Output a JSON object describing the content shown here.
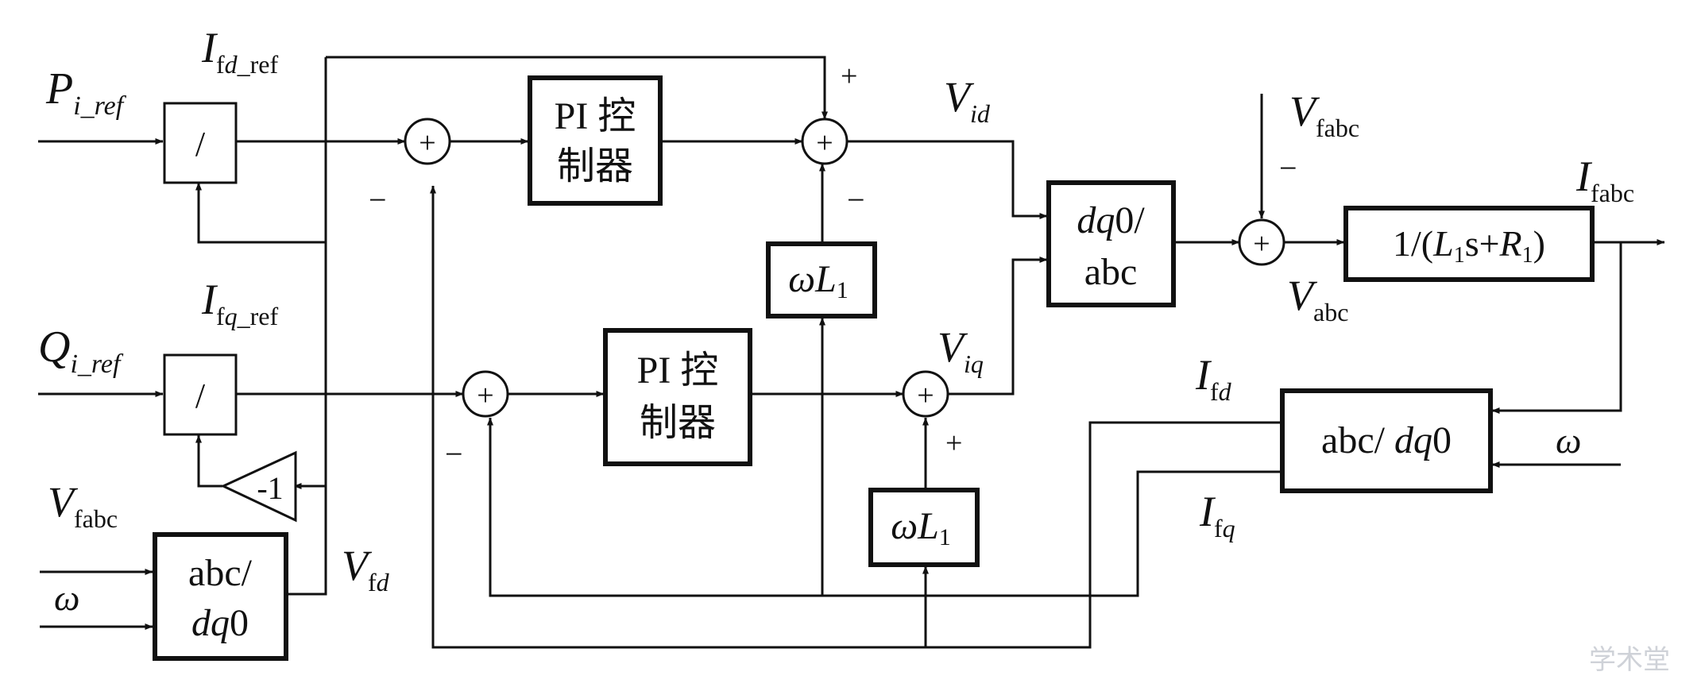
{
  "inputs": {
    "p_ref": {
      "main": "P",
      "sub": "i_ref"
    },
    "q_ref": {
      "main": "Q",
      "sub": "i_ref"
    },
    "v_fabc_in": {
      "main": "V",
      "sub": "fabc"
    },
    "omega_in": "ω"
  },
  "signals": {
    "i_fd_ref": {
      "main": "I",
      "sub1": "f",
      "sub2": "d",
      "sub3": "_ref"
    },
    "i_fq_ref": {
      "main": "I",
      "sub1": "f",
      "sub2": "q",
      "sub3": "_ref"
    },
    "v_fd": {
      "main": "V",
      "sub1": "f",
      "sub2": "d"
    },
    "v_id": {
      "main": "V",
      "sub": "id"
    },
    "v_iq": {
      "main": "V",
      "sub": "iq"
    },
    "v_fabc_top": {
      "main": "V",
      "sub": "fabc"
    },
    "v_abc": {
      "main": "V",
      "sub": "abc"
    },
    "i_fabc": {
      "main": "I",
      "sub": "fabc"
    },
    "i_fd": {
      "main": "I",
      "sub1": "f",
      "sub2": "d"
    },
    "i_fq": {
      "main": "I",
      "sub1": "f",
      "sub2": "q"
    },
    "omega_right": "ω"
  },
  "blocks": {
    "divide": "/",
    "pi_line1": "PI 控",
    "pi_line2": "制器",
    "wl_omega": "ω",
    "wl_L": "L",
    "wl_sub": "1",
    "gain": "-1",
    "transform_in": {
      "line1": "abc/",
      "dq": "dq",
      "zero": "0"
    },
    "inverse": {
      "dq": "dq",
      "zero": "0/",
      "line2": "abc"
    },
    "transform_out": {
      "abc": "abc/ ",
      "dq": "dq",
      "zero": "0"
    },
    "plant": {
      "prefix": "1/(",
      "L": "L",
      "L_sub": "1",
      "s": "s+",
      "R": "R",
      "R_sub": "1",
      "suffix": ")"
    }
  },
  "signs": {
    "plus": "+",
    "minus": "−",
    "sum": "+"
  },
  "watermark": "学术堂"
}
